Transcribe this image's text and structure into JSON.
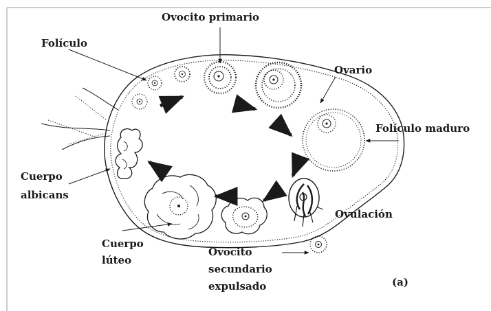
{
  "labels": {
    "foliculo": "Folículo",
    "ovocito_primario": "Ovocito primario",
    "ovario": "Ovario",
    "foliculo_maduro": "Folículo maduro",
    "cuerpo_albicans_1": "Cuerpo",
    "cuerpo_albicans_2": "albicans",
    "ovulacion": "Ovulación",
    "cuerpo_luteo_1": "Cuerpo",
    "cuerpo_luteo_2": "lúteo",
    "ovocito_sec_1": "Ovocito",
    "ovocito_sec_2": "secundario",
    "ovocito_sec_3": "expulsado",
    "panel": "(a)"
  },
  "colors": {
    "ink": "#1a1a1a",
    "background": "#ffffff",
    "frame": "#9a9a9a"
  }
}
